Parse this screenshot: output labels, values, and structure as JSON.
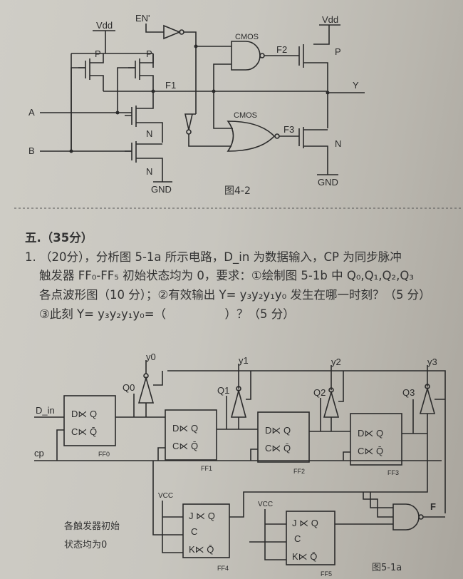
{
  "fig42": {
    "vdd_left": "Vdd",
    "vdd_right": "Vdd",
    "en": "EN'",
    "cmos_nand": "CMOS",
    "cmos_nor": "CMOS",
    "p_left1": "P",
    "p_left2": "P",
    "p_right": "P",
    "n_left1": "N",
    "n_left2": "N",
    "n_right": "N",
    "f1": "F1",
    "f2": "F2",
    "f3": "F3",
    "y": "Y",
    "a": "A",
    "b": "B",
    "gnd_left": "GND",
    "gnd_right": "GND",
    "caption": "图4-2"
  },
  "question": {
    "section": "五.（35分）",
    "line1": "1. （20分），分析图 5-1a 所示电路，D_in 为数据输入，CP 为同步脉冲",
    "line2": "触发器 FF₀-FF₅ 初始状态均为 0，要求：①绘制图 5-1b 中 Q₀,Q₁,Q₂,Q₃",
    "line3": "各点波形图（10 分）；②有效输出 Y= y₃y₂y₁y₀ 发生在哪一时刻？（5 分）",
    "line4": "③此刻 Y= y₃y₂y₁y₀=（　　　　　）？（5 分）"
  },
  "fig51a": {
    "d_in": "D_in",
    "cp": "cp",
    "outputs": [
      "y0",
      "y1",
      "y2",
      "y3"
    ],
    "q_labels": [
      "Q0",
      "Q1",
      "Q2",
      "Q3"
    ],
    "ff_names": [
      "FF0",
      "FF1",
      "FF2",
      "FF3",
      "FF4",
      "FF5"
    ],
    "d_ff_top": "D⋉ Q",
    "d_ff_bottom": "C⋉ Q̄",
    "jk_top": "J ⋉ Q",
    "jk_mid": "C",
    "jk_bottom": "K⋉ Q̄",
    "vcc1": "VCC",
    "vcc2": "VCC",
    "f": "F",
    "note1": "各触发器初始",
    "note2": "状态均为0",
    "caption": "图5-1a"
  }
}
